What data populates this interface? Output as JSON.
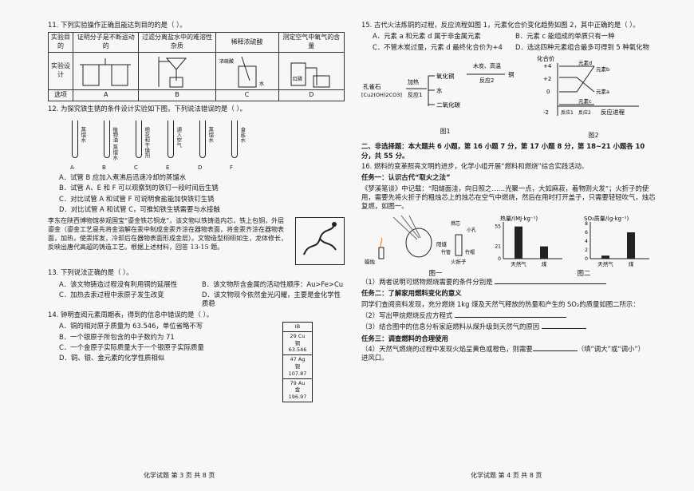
{
  "left": {
    "q11": {
      "stem": "11. 下列实验操作正确且能达到目的的是（     ）。",
      "row_labels": [
        "实验目的",
        "实验设计",
        "选项"
      ],
      "columns": [
        {
          "goal": "证明分子是不断运动的",
          "option": "A"
        },
        {
          "goal": "过滤分离盐水中的难溶性杂质",
          "option": "B"
        },
        {
          "goal": "稀释浓硫酸",
          "option": "C"
        },
        {
          "goal": "测定空气中氧气的含量",
          "option": "D"
        }
      ],
      "apparatus_labels": [
        "水",
        "浓硫酸",
        "红磷"
      ]
    },
    "q12": {
      "stem": "12. 为探究铁生锈的条件设计实验如下图，下列说法错误的是（     ）。",
      "tubes": [
        {
          "label": "A",
          "side": "蒸馏水"
        },
        {
          "label": "B",
          "side": "植物油 蒸馏水"
        },
        {
          "label": "C",
          "side": "棉花和干燥剂"
        },
        {
          "label": "E",
          "side": "通入空气"
        },
        {
          "label": "D",
          "side": "蒸馏水"
        },
        {
          "label": "F",
          "side": "食盐水"
        }
      ],
      "options": [
        "A．试管 B 应加入煮沸后迅速冷却的蒸馏水",
        "B．试管 A、E 和 F 可以观察到的铁钉一段时间后生锈",
        "C．对比试管 A 和试管 F 可说明食盐能加快铁钉生锈",
        "D．对比试管 A 和试管 C，可推知铁生锈需要与水接触"
      ]
    },
    "passage": "李东在陕西博物馆参观国宝“鎏金铁芯铜龙”，该文物以铁铸造内芯，铁上包铜，外层鎏金（鎏金工艺是先将金溶解在汞中制成金汞齐涂在器物表面，将金汞齐涂在器物表面，加热，使汞挥发，冷却后在器物表面形成金层）。文物造型栩栩如生，龙体修长，反映出唐代高超的铸造工艺。根据上述材料，回答 13-15 题。",
    "q13": {
      "stem": "13. 下列说法正确的是（     ）。",
      "options": [
        "A．该文物铸造过程没有利用铜的延展性",
        "B．该文物所含金属的活动性顺序：Au>Fe>Cu",
        "C．加热去汞过程中汞原子发生改变",
        "D．该文物现今依然金光闪耀，主要是金化学性质稳"
      ]
    },
    "q14": {
      "stem": "14. 钟明查阅元素周期表，得到的信息中错误的是（     ）。",
      "options": [
        "A．铜的相对原子质量为 63.546，单位省略不写",
        "B．一个银原子所包含的中子数约为 71",
        "C．一个金原子实际质量大于一个银原子实际质量",
        "D．铜、银、金元素的化学性质相似"
      ],
      "periodic": {
        "group": "IB",
        "cells": [
          {
            "num": "29",
            "sym": "Cu",
            "name": "铜",
            "mass": "63.546"
          },
          {
            "num": "47",
            "sym": "Ag",
            "name": "银",
            "mass": "107.87"
          },
          {
            "num": "79",
            "sym": "Au",
            "name": "金",
            "mass": "196.97"
          }
        ]
      }
    },
    "footer": "化学试题  第 3 页  共 8 页"
  },
  "right": {
    "q15": {
      "stem": "15. 古代火法炼铜的过程，反应流程如图 1，元素化合价变化趋势如图 2，其中正确的是（     ）。",
      "options": [
        "A．元素 a 和元素 d 属于非金属元素",
        "B．元素 c 能组成的单质只有一种",
        "C．不管木炭过量，元素 d 最终化合价为+4",
        "D．选这四种元素组合最多可得到 5 种氧化物"
      ],
      "flow": {
        "ore": "孔雀石",
        "ore_formula": "[Cu2(OH)2CO3]",
        "heat": "加热",
        "r1": "反应1",
        "products": [
          "氧化铜",
          "水",
          "二氧化碳"
        ],
        "cond": "木炭、高温",
        "r2": "反应2",
        "final": "铜"
      },
      "fig1": "图1",
      "fig2": "图2",
      "valence": {
        "title": "化合价",
        "ticks": [
          "+4",
          "+2",
          "0",
          "-2"
        ],
        "series": [
          "元素d",
          "元素b",
          "元素a",
          "元素c"
        ],
        "xlabels": [
          "反应1",
          "反应2"
        ],
        "xaxis": "反应进程"
      }
    },
    "section2": "二、非选择题：本大题共 6 小题，第 16 小题 7 分，第 17 小题 8 分，第 18~21 小题各 10 分，共 55 分。",
    "q16": {
      "stem": "16. 燃料的变革照亮文明的进步，化学小组开展“燃料和燃烧”综合实践活动。",
      "task1": "任务一：认识古代“取火之法”",
      "ancient": "《梦溪笔谈》中记载：“阳燧面洼，向日照之……光聚一点，大如麻菽，着物则火发”；火折子的使用，需要先将火折子的粗烛芯上的烛芯在空气中燃烧，然后在用时打开盖子，只需要轻轻吹气，烛芯复燃，如图一。",
      "fig_labels": {
        "mirror": "阳燧",
        "candle": "蜡烛",
        "cap": "竹帽",
        "box": "火折子",
        "hole": "小孔",
        "core": "燃芯",
        "tube": "竹管"
      },
      "fig1": "图一",
      "fig2": "图二",
      "heat_chart": {
        "title": "热量/(MJ·kg⁻¹)",
        "ticks": [
          "55",
          "21",
          "0"
        ],
        "categories": [
          "天然气",
          "煤"
        ],
        "values": [
          55,
          21
        ]
      },
      "so2_chart": {
        "title": "SO₂质量/(g·kg⁻¹)",
        "ticks": [
          "8",
          "6",
          "4",
          "2",
          "0"
        ],
        "categories": [
          "天然气",
          "煤"
        ],
        "values": [
          0.7,
          6
        ]
      },
      "p1": "（1）两者说明可燃物燃烧需要的条件分别是",
      "task2": "任务二：了解家用燃料变化的意义",
      "task2_text": "同学们查阅资料发现，充分燃烧 1kg 煤及天然气释放的热量和产生的 SO₂的质量如图二所示：",
      "p2": "（2）写出甲烷燃烧反应方程式",
      "p3": "（3）结合图中的信息分析家庭燃料从煤升级到天然气的原因",
      "task3": "任务三：调查燃料的合理使用",
      "p4a": "（4）天然气燃烧的过程中发现火焰呈黄色或橙色，则需要",
      "p4b": "（填“调大”或“调小”）",
      "p4c": "进风口。"
    },
    "footer": "化学试题  第 4 页  共 8 页"
  }
}
